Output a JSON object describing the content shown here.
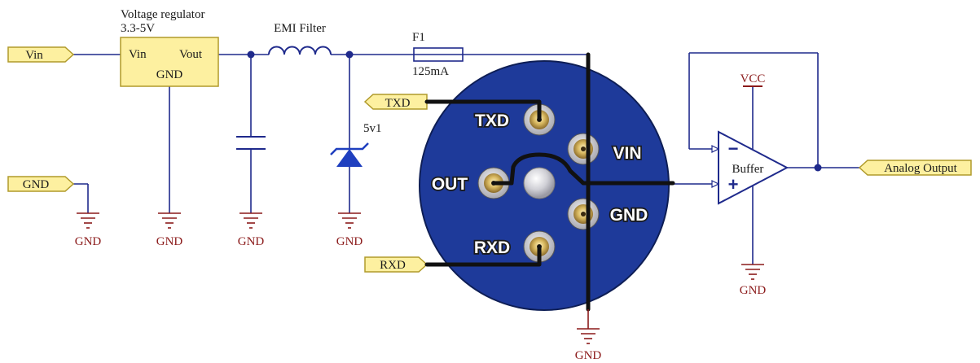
{
  "ports": {
    "vin": "Vin",
    "gnd": "GND",
    "txd": "TXD",
    "rxd": "RXD",
    "analog_output": "Analog Output"
  },
  "regulator": {
    "title": "Voltage regulator",
    "range": "3.3-5V",
    "pin_vin": "Vin",
    "pin_vout": "Vout",
    "pin_gnd": "GND"
  },
  "emi_filter": "EMI Filter",
  "fuse": {
    "ref": "F1",
    "rating": "125mA"
  },
  "zener": "5v1",
  "sensor_pins": {
    "txd": "TXD",
    "vin": "VIN",
    "out": "OUT",
    "gnd": "GND",
    "rxd": "RXD"
  },
  "opamp": {
    "label": "Buffer",
    "minus": "−",
    "plus": "+",
    "supply": "VCC"
  },
  "ground_label": "GND",
  "colors": {
    "wire": "#1f2a8c",
    "ground": "#8b1a1a",
    "port_fill": "#fdf0a0",
    "port_stroke": "#b09a2a",
    "sensor_body": "#1e3a9a",
    "zener": "#1f3fbf"
  }
}
